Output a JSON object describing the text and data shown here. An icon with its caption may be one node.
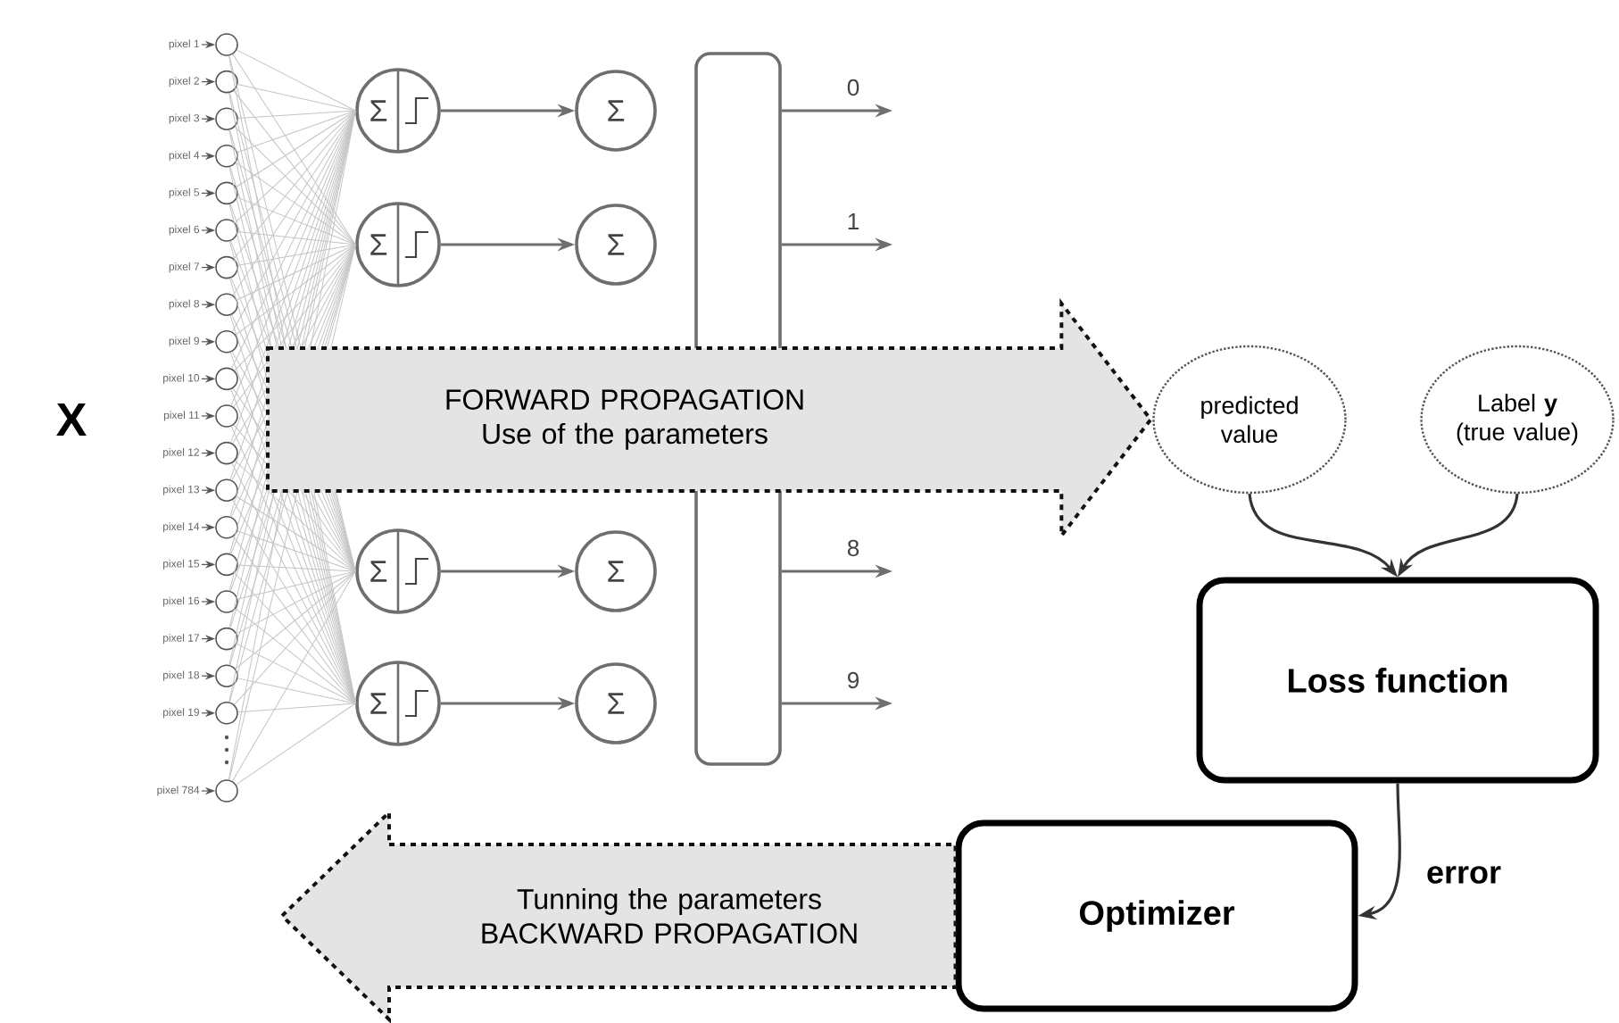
{
  "diagram": {
    "nodes": [
      {
        "text": [
          "pixel 1"
        ]
      },
      {
        "text": [
          "pixel 2"
        ]
      },
      {
        "text": [
          "pixel 3"
        ]
      },
      {
        "text": [
          "pixel 4"
        ]
      },
      {
        "text": [
          "pixel 5"
        ]
      },
      {
        "text": [
          "pixel 6"
        ]
      },
      {
        "text": [
          "pixel 7"
        ]
      },
      {
        "text": [
          "pixel 8"
        ]
      },
      {
        "text": [
          "pixel 9"
        ]
      },
      {
        "text": [
          "pixel 10"
        ]
      },
      {
        "text": [
          "pixel 11"
        ]
      },
      {
        "text": [
          "pixel 12"
        ]
      },
      {
        "text": [
          "pixel 13"
        ]
      },
      {
        "text": [
          "pixel 14"
        ]
      },
      {
        "text": [
          "pixel 15"
        ]
      },
      {
        "text": [
          "pixel 16"
        ]
      },
      {
        "text": [
          "pixel 17"
        ]
      },
      {
        "text": [
          "pixel 18"
        ]
      },
      {
        "text": [
          "pixel 19"
        ]
      },
      {
        "text": [
          "pixel 784"
        ]
      },
      {
        "text": [],
        "shape": "circle"
      },
      {
        "text": [],
        "shape": "circle"
      },
      {
        "text": [],
        "shape": "circle"
      },
      {
        "text": [],
        "shape": "circle"
      },
      {
        "text": [],
        "shape": "circle"
      },
      {
        "text": [],
        "shape": "circle"
      },
      {
        "text": [],
        "shape": "circle"
      },
      {
        "text": [],
        "shape": "circle"
      },
      {
        "text": [],
        "shape": "circle"
      },
      {
        "text": [],
        "shape": "circle"
      },
      {
        "text": [],
        "shape": "circle"
      },
      {
        "text": [],
        "shape": "circle"
      },
      {
        "text": [],
        "shape": "circle"
      },
      {
        "text": [],
        "shape": "circle"
      },
      {
        "text": [],
        "shape": "circle"
      },
      {
        "text": [],
        "shape": "circle"
      },
      {
        "text": [],
        "shape": "circle"
      },
      {
        "text": [],
        "shape": "circle"
      },
      {
        "text": [],
        "shape": "circle"
      },
      {
        "text": [],
        "shape": "circle"
      },
      {
        "text": [
          "Σ"
        ]
      },
      {
        "text": [
          "Σ"
        ]
      },
      {
        "text": [
          "Σ"
        ]
      },
      {
        "text": [
          "Σ"
        ]
      },
      {
        "text": [
          "Σ"
        ]
      },
      {
        "text": [
          "Σ"
        ]
      },
      {
        "text": [
          "Σ"
        ]
      },
      {
        "text": [
          "Σ"
        ]
      },
      {
        "text": [],
        "shape": "box"
      },
      {
        "text": [
          "predicted value"
        ]
      },
      {
        "text": [
          "Label **y** (true value)"
        ]
      },
      {
        "text": [
          "Loss function"
        ]
      },
      {
        "text": [
          "Optimizer"
        ]
      }
    ],
    "edges": [
      {
        "from": 0,
        "to": 20,
        "arrow": "to",
        "color": "#555555"
      },
      {
        "from": 1,
        "to": 21,
        "arrow": "to",
        "color": "#555555"
      },
      {
        "from": 2,
        "to": 22,
        "arrow": "to",
        "color": "#555555"
      },
      {
        "from": 3,
        "to": 23,
        "arrow": "to",
        "color": "#555555"
      },
      {
        "from": 4,
        "to": 24,
        "arrow": "to",
        "color": "#555555"
      },
      {
        "from": 5,
        "to": 25,
        "arrow": "to",
        "color": "#555555"
      },
      {
        "from": 6,
        "to": 26,
        "arrow": "to",
        "color": "#555555"
      },
      {
        "from": 7,
        "to": 27,
        "arrow": "to",
        "color": "#555555"
      },
      {
        "from": 8,
        "to": 28,
        "arrow": "to",
        "color": "#555555"
      },
      {
        "from": 9,
        "to": 29,
        "arrow": "to",
        "color": "#555555"
      },
      {
        "from": 10,
        "to": 30,
        "arrow": "to",
        "color": "#555555"
      },
      {
        "from": 11,
        "to": 31,
        "arrow": "to",
        "color": "#555555"
      },
      {
        "from": 12,
        "to": 32,
        "arrow": "to",
        "color": "#555555"
      },
      {
        "from": 13,
        "to": 33,
        "arrow": "to",
        "color": "#555555"
      },
      {
        "from": 14,
        "to": 34,
        "arrow": "to",
        "color": "#555555"
      },
      {
        "from": 15,
        "to": 35,
        "arrow": "to",
        "color": "#555555"
      },
      {
        "from": 16,
        "to": 36,
        "arrow": "to",
        "color": "#555555"
      },
      {
        "from": 17,
        "to": 37,
        "arrow": "to",
        "color": "#555555"
      },
      {
        "from": 18,
        "to": 38,
        "arrow": "to",
        "color": "#555555"
      },
      {
        "from": 19,
        "to": 39,
        "arrow": "to",
        "color": "#555555"
      },
      {
        "from": 20,
        "to": 40,
        "arrow": "none"
      },
      {
        "from": 20,
        "to": 41,
        "arrow": "none"
      },
      {
        "from": 20,
        "to": 42,
        "arrow": "none"
      },
      {
        "from": 20,
        "to": 43,
        "arrow": "none"
      },
      {
        "from": 21,
        "to": 40,
        "arrow": "none"
      },
      {
        "from": 21,
        "to": 41,
        "arrow": "none"
      },
      {
        "from": 21,
        "to": 42,
        "arrow": "none"
      },
      {
        "from": 21,
        "to": 43,
        "arrow": "none"
      },
      {
        "from": 22,
        "to": 40,
        "arrow": "none"
      },
      {
        "from": 22,
        "to": 41,
        "arrow": "none"
      },
      {
        "from": 22,
        "to": 42,
        "arrow": "none"
      },
      {
        "from": 22,
        "to": 43,
        "arrow": "none"
      },
      {
        "from": 23,
        "to": 40,
        "arrow": "none"
      },
      {
        "from": 23,
        "to": 41,
        "arrow": "none"
      },
      {
        "from": 23,
        "to": 42,
        "arrow": "none"
      },
      {
        "from": 23,
        "to": 43,
        "arrow": "none"
      },
      {
        "from": 24,
        "to": 40,
        "arrow": "none"
      },
      {
        "from": 24,
        "to": 41,
        "arrow": "none"
      },
      {
        "from": 24,
        "to": 42,
        "arrow": "none"
      },
      {
        "from": 24,
        "to": 43,
        "arrow": "none"
      },
      {
        "from": 25,
        "to": 40,
        "arrow": "none"
      },
      {
        "from": 25,
        "to": 41,
        "arrow": "none"
      },
      {
        "from": 25,
        "to": 42,
        "arrow": "none"
      },
      {
        "from": 25,
        "to": 43,
        "arrow": "none"
      },
      {
        "from": 26,
        "to": 40,
        "arrow": "none"
      },
      {
        "from": 26,
        "to": 41,
        "arrow": "none"
      },
      {
        "from": 26,
        "to": 42,
        "arrow": "none"
      },
      {
        "from": 26,
        "to": 43,
        "arrow": "none"
      },
      {
        "from": 27,
        "to": 40,
        "arrow": "none"
      },
      {
        "from": 27,
        "to": 41,
        "arrow": "none"
      },
      {
        "from": 27,
        "to": 42,
        "arrow": "none"
      },
      {
        "from": 27,
        "to": 43,
        "arrow": "none"
      },
      {
        "from": 28,
        "to": 40,
        "arrow": "none"
      },
      {
        "from": 28,
        "to": 41,
        "arrow": "none"
      },
      {
        "from": 28,
        "to": 42,
        "arrow": "none"
      },
      {
        "from": 28,
        "to": 43,
        "arrow": "none"
      },
      {
        "from": 29,
        "to": 40,
        "arrow": "none"
      },
      {
        "from": 29,
        "to": 41,
        "arrow": "none"
      },
      {
        "from": 29,
        "to": 42,
        "arrow": "none"
      },
      {
        "from": 29,
        "to": 43,
        "arrow": "none"
      },
      {
        "from": 30,
        "to": 40,
        "arrow": "none"
      },
      {
        "from": 30,
        "to": 41,
        "arrow": "none"
      },
      {
        "from": 30,
        "to": 42,
        "arrow": "none"
      },
      {
        "from": 30,
        "to": 43,
        "arrow": "none"
      },
      {
        "from": 31,
        "to": 40,
        "arrow": "none"
      },
      {
        "from": 31,
        "to": 41,
        "arrow": "none"
      },
      {
        "from": 31,
        "to": 42,
        "arrow": "none"
      },
      {
        "from": 31,
        "to": 43,
        "arrow": "none"
      },
      {
        "from": 32,
        "to": 40,
        "arrow": "none"
      },
      {
        "from": 32,
        "to": 41,
        "arrow": "none"
      },
      {
        "from": 32,
        "to": 42,
        "arrow": "none"
      },
      {
        "from": 32,
        "to": 43,
        "arrow": "none"
      },
      {
        "from": 33,
        "to": 40,
        "arrow": "none"
      },
      {
        "from": 33,
        "to": 41,
        "arrow": "none"
      },
      {
        "from": 33,
        "to": 42,
        "arrow": "none"
      },
      {
        "from": 33,
        "to": 43,
        "arrow": "none"
      },
      {
        "from": 34,
        "to": 40,
        "arrow": "none"
      },
      {
        "from": 34,
        "to": 41,
        "arrow": "none"
      },
      {
        "from": 34,
        "to": 42,
        "arrow": "none"
      },
      {
        "from": 34,
        "to": 43,
        "arrow": "none"
      },
      {
        "from": 35,
        "to": 40,
        "arrow": "none"
      },
      {
        "from": 35,
        "to": 41,
        "arrow": "none"
      },
      {
        "from": 35,
        "to": 42,
        "arrow": "none"
      },
      {
        "from": 35,
        "to": 43,
        "arrow": "none"
      },
      {
        "from": 36,
        "to": 40,
        "arrow": "none"
      },
      {
        "from": 36,
        "to": 41,
        "arrow": "none"
      },
      {
        "from": 36,
        "to": 42,
        "arrow": "none"
      },
      {
        "from": 36,
        "to": 43,
        "arrow": "none"
      },
      {
        "from": 37,
        "to": 40,
        "arrow": "none"
      },
      {
        "from": 37,
        "to": 41,
        "arrow": "none"
      },
      {
        "from": 37,
        "to": 42,
        "arrow": "none"
      },
      {
        "from": 37,
        "to": 43,
        "arrow": "none"
      },
      {
        "from": 38,
        "to": 40,
        "arrow": "none"
      },
      {
        "from": 38,
        "to": 41,
        "arrow": "none"
      },
      {
        "from": 38,
        "to": 42,
        "arrow": "none"
      },
      {
        "from": 38,
        "to": 43,
        "arrow": "none"
      },
      {
        "from": 39,
        "to": 40,
        "arrow": "none"
      },
      {
        "from": 39,
        "to": 41,
        "arrow": "none"
      },
      {
        "from": 39,
        "to": 42,
        "arrow": "none"
      },
      {
        "from": 39,
        "to": 43,
        "arrow": "none"
      },
      {
        "from": 40,
        "to": 44,
        "arrow": "to",
        "color": "#6e6e6e"
      },
      {
        "from": 41,
        "to": 45,
        "arrow": "to",
        "color": "#6e6e6e"
      },
      {
        "from": 42,
        "to": 46,
        "arrow": "to",
        "color": "#6e6e6e"
      },
      {
        "from": 43,
        "to": 47,
        "arrow": "to",
        "color": "#6e6e6e"
      },
      {
        "from": 48,
        "to": null,
        "arrow": "to",
        "label": "0",
        "color": "#6e6e6e"
      },
      {
        "from": 48,
        "to": null,
        "arrow": "to",
        "label": "1",
        "color": "#6e6e6e"
      },
      {
        "from": 48,
        "to": null,
        "arrow": "to",
        "label": "8",
        "color": "#6e6e6e"
      },
      {
        "from": 48,
        "to": null,
        "arrow": "to",
        "label": "9",
        "color": "#6e6e6e"
      },
      {
        "from": 49,
        "to": 51,
        "arrow": "to",
        "color": "#333333"
      },
      {
        "from": 50,
        "to": 51,
        "arrow": "to",
        "color": "#333333"
      },
      {
        "from": 51,
        "to": 52,
        "arrow": "to",
        "label": "error",
        "color": "#333333"
      },
      {
        "from": null,
        "to": 49,
        "arrow": "to",
        "label": "FORWARD PROPAGATION Use of the parameters",
        "style": "dashed",
        "color": "#111111"
      },
      {
        "from": 52,
        "to": null,
        "arrow": "to",
        "label": "Tunning the parameters BACKWARD PROPAGATION",
        "style": "dashed",
        "color": "#111111"
      }
    ],
    "labels": [
      "X"
    ]
  }
}
